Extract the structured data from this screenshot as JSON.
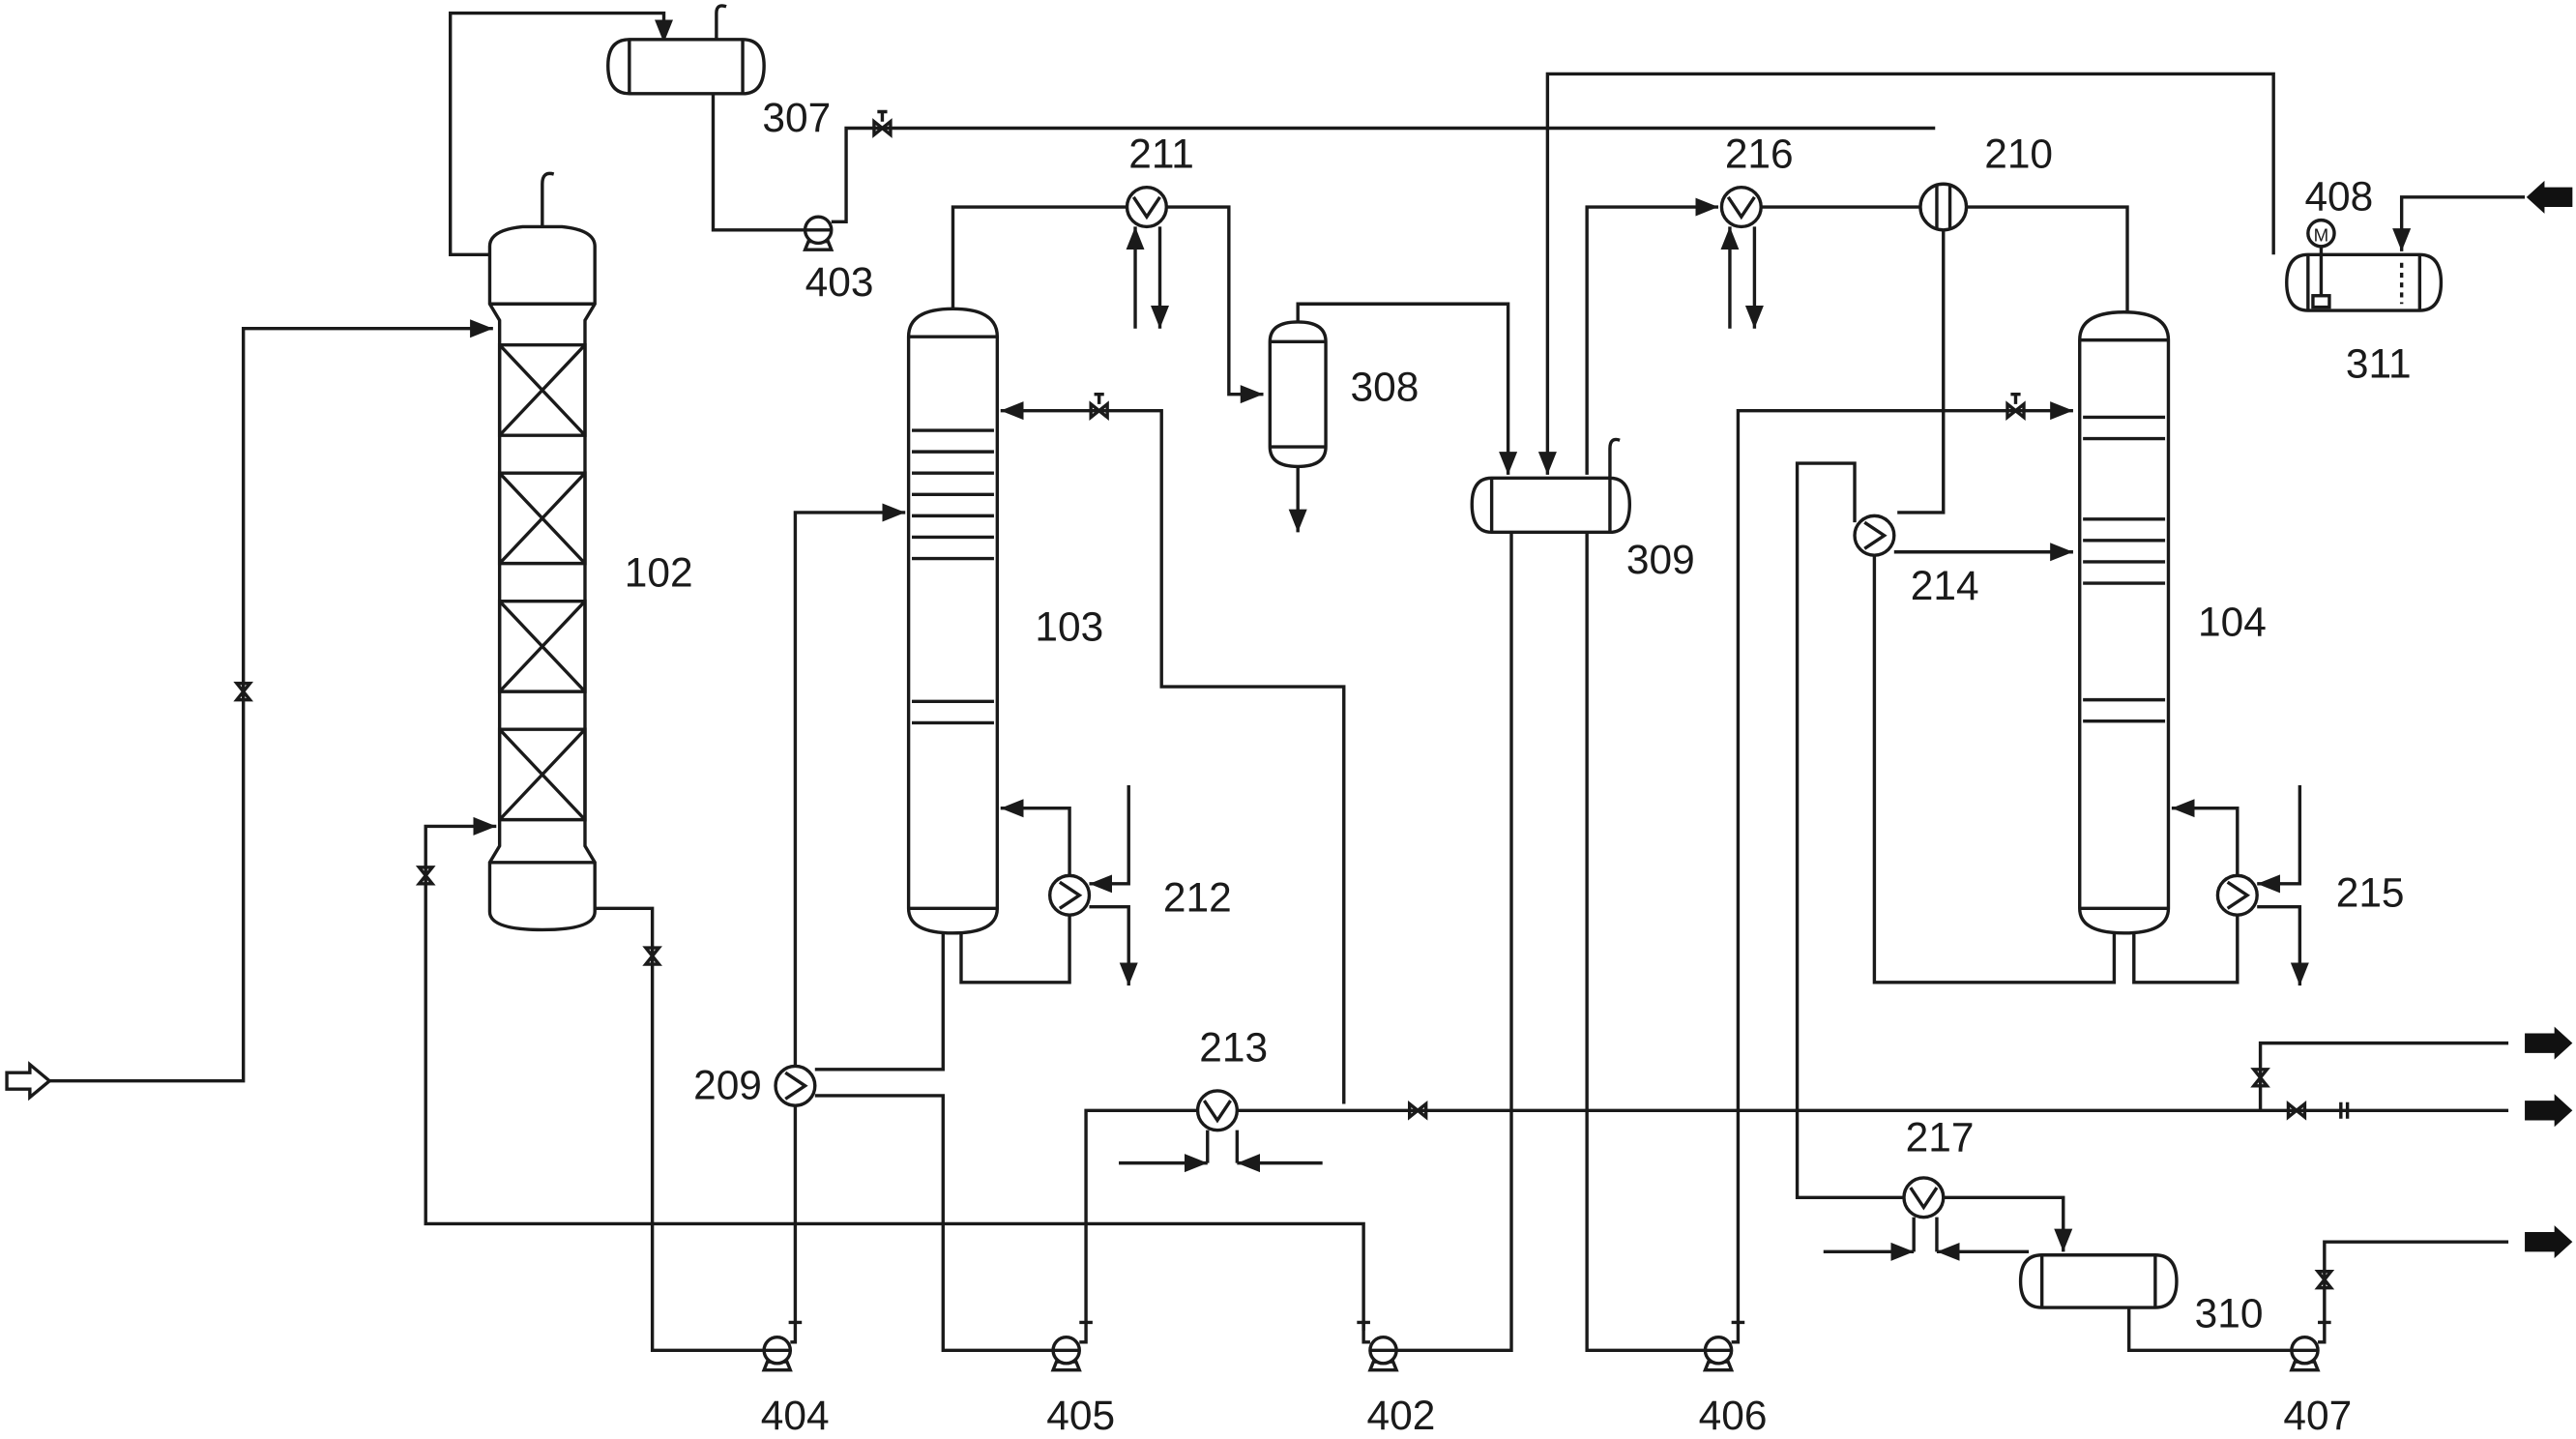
{
  "diagram": {
    "labels": {
      "c102": "102",
      "c103": "103",
      "c104": "104",
      "d307": "307",
      "d308": "308",
      "d309": "309",
      "d310": "310",
      "d311": "311",
      "e209": "209",
      "e210": "210",
      "e211": "211",
      "e212": "212",
      "e213": "213",
      "e214": "214",
      "e215": "215",
      "e216": "216",
      "e217": "217",
      "p402": "402",
      "p403": "403",
      "p404": "404",
      "p405": "405",
      "p406": "406",
      "p407": "407",
      "m408": "408",
      "motor": "M"
    },
    "colors": {
      "line": "#1a1a1a",
      "background": "#ffffff"
    }
  }
}
